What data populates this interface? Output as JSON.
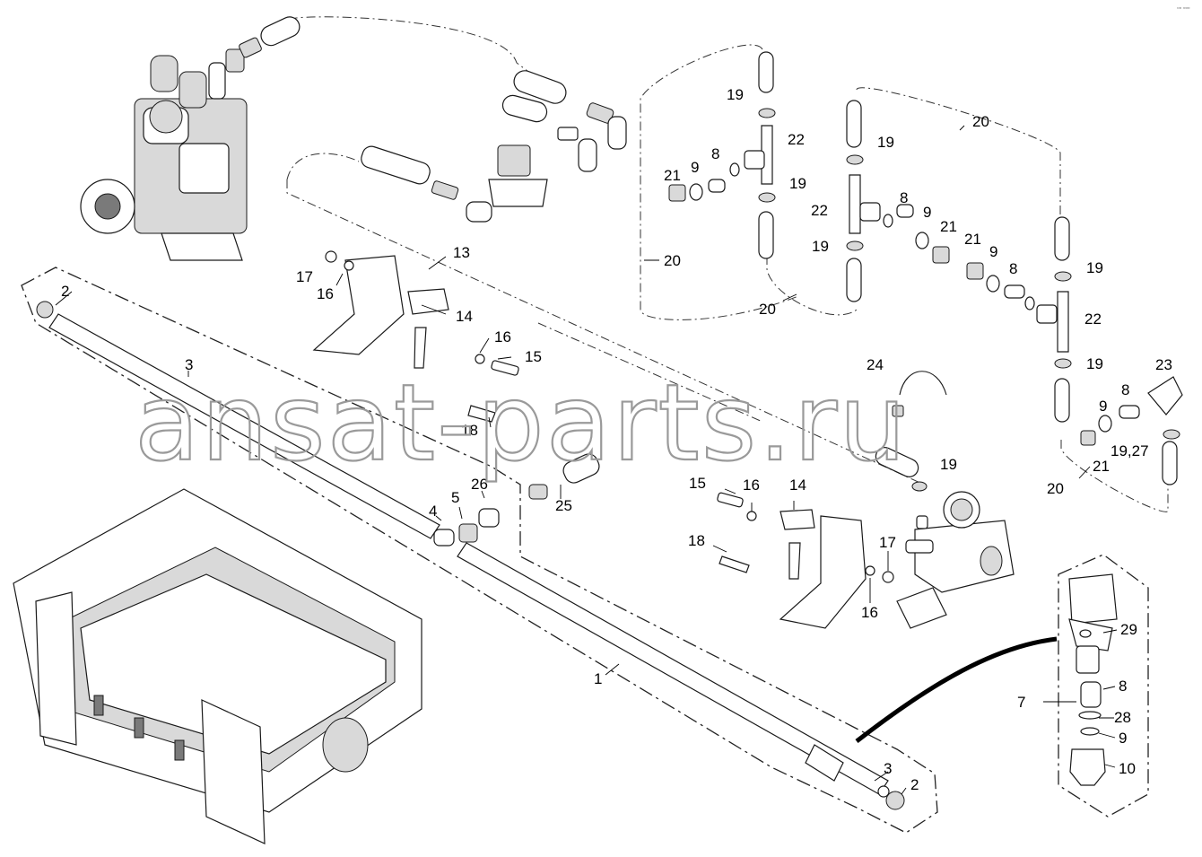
{
  "watermark": "ansat-parts.ru",
  "corner_mark": "▫▫ ▫▫▫",
  "labels": [
    {
      "id": "l13",
      "text": "13"
    },
    {
      "id": "l14a",
      "text": "14"
    },
    {
      "id": "l15a",
      "text": "15"
    },
    {
      "id": "l16a",
      "text": "16"
    },
    {
      "id": "l16b",
      "text": "16"
    },
    {
      "id": "l17a",
      "text": "17"
    },
    {
      "id": "l18a",
      "text": "18"
    },
    {
      "id": "l2a",
      "text": "2"
    },
    {
      "id": "l3a",
      "text": "3"
    },
    {
      "id": "l4",
      "text": "4"
    },
    {
      "id": "l5",
      "text": "5"
    },
    {
      "id": "l26",
      "text": "26"
    },
    {
      "id": "l25",
      "text": "25"
    },
    {
      "id": "l15b",
      "text": "15"
    },
    {
      "id": "l16c",
      "text": "16"
    },
    {
      "id": "l14b",
      "text": "14"
    },
    {
      "id": "l18b",
      "text": "18"
    },
    {
      "id": "l17b",
      "text": "17"
    },
    {
      "id": "l16d",
      "text": "16"
    },
    {
      "id": "l1",
      "text": "1"
    },
    {
      "id": "l3b",
      "text": "3"
    },
    {
      "id": "l2b",
      "text": "2"
    },
    {
      "id": "l24",
      "text": "24"
    },
    {
      "id": "l19a",
      "text": "19"
    },
    {
      "id": "l19b",
      "text": "19"
    },
    {
      "id": "l19c",
      "text": "19"
    },
    {
      "id": "l19d",
      "text": "19"
    },
    {
      "id": "l19e",
      "text": "19"
    },
    {
      "id": "l19f",
      "text": "19"
    },
    {
      "id": "l19g",
      "text": "19"
    },
    {
      "id": "l20a",
      "text": "20"
    },
    {
      "id": "l20b",
      "text": "20"
    },
    {
      "id": "l20c",
      "text": "20"
    },
    {
      "id": "l20d",
      "text": "20"
    },
    {
      "id": "l21a",
      "text": "21"
    },
    {
      "id": "l21b",
      "text": "21"
    },
    {
      "id": "l21c",
      "text": "21"
    },
    {
      "id": "l21d",
      "text": "21"
    },
    {
      "id": "l22a",
      "text": "22"
    },
    {
      "id": "l22b",
      "text": "22"
    },
    {
      "id": "l22c",
      "text": "22"
    },
    {
      "id": "l8a",
      "text": "8"
    },
    {
      "id": "l8b",
      "text": "8"
    },
    {
      "id": "l8c",
      "text": "8"
    },
    {
      "id": "l8d",
      "text": "8"
    },
    {
      "id": "l8e",
      "text": "8"
    },
    {
      "id": "l9a",
      "text": "9"
    },
    {
      "id": "l9b",
      "text": "9"
    },
    {
      "id": "l9c",
      "text": "9"
    },
    {
      "id": "l9d",
      "text": "9"
    },
    {
      "id": "l9e",
      "text": "9"
    },
    {
      "id": "l23",
      "text": "23"
    },
    {
      "id": "l1927",
      "text": "19,27"
    },
    {
      "id": "l7",
      "text": "7"
    },
    {
      "id": "l29",
      "text": "29"
    },
    {
      "id": "l28",
      "text": "28"
    },
    {
      "id": "l10",
      "text": "10"
    }
  ]
}
